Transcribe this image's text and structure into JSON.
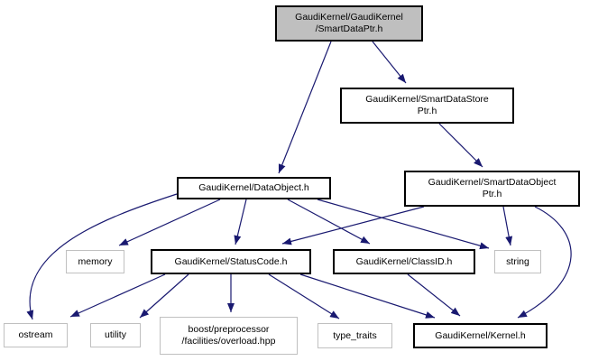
{
  "diagram": {
    "kind": "include-dependency-graph",
    "colors": {
      "edge": "#191970",
      "internal_border": "#000000",
      "external_border": "#c0c0c0",
      "node_fill": "#ffffff",
      "highlight_fill": "#bfbfbf",
      "text": "#000000",
      "background": "#ffffff"
    },
    "nodes": [
      {
        "id": "smartdataptr",
        "kind": "highlight",
        "lines": [
          "GaudiKernel/GaudiKernel",
          "/SmartDataPtr.h"
        ]
      },
      {
        "id": "smartdatastoreptr",
        "kind": "internal",
        "lines": [
          "GaudiKernel/SmartDataStore",
          "Ptr.h"
        ]
      },
      {
        "id": "dataobject",
        "kind": "internal",
        "lines": [
          "GaudiKernel/DataObject.h"
        ]
      },
      {
        "id": "smartdataobjectptr",
        "kind": "internal",
        "lines": [
          "GaudiKernel/SmartDataObject",
          "Ptr.h"
        ]
      },
      {
        "id": "memory",
        "kind": "external",
        "lines": [
          "memory"
        ]
      },
      {
        "id": "statuscode",
        "kind": "internal",
        "lines": [
          "GaudiKernel/StatusCode.h"
        ]
      },
      {
        "id": "classid",
        "kind": "internal",
        "lines": [
          "GaudiKernel/ClassID.h"
        ]
      },
      {
        "id": "string",
        "kind": "external",
        "lines": [
          "string"
        ]
      },
      {
        "id": "ostream",
        "kind": "external",
        "lines": [
          "ostream"
        ]
      },
      {
        "id": "utility",
        "kind": "external",
        "lines": [
          "utility"
        ]
      },
      {
        "id": "boost_overload",
        "kind": "external",
        "lines": [
          "boost/preprocessor",
          "/facilities/overload.hpp"
        ]
      },
      {
        "id": "type_traits",
        "kind": "external",
        "lines": [
          "type_traits"
        ]
      },
      {
        "id": "kernel",
        "kind": "internal",
        "lines": [
          "GaudiKernel/Kernel.h"
        ]
      }
    ],
    "edges": [
      {
        "from": "smartdataptr",
        "to": "dataobject"
      },
      {
        "from": "smartdataptr",
        "to": "smartdatastoreptr"
      },
      {
        "from": "smartdatastoreptr",
        "to": "smartdataobjectptr"
      },
      {
        "from": "dataobject",
        "to": "ostream"
      },
      {
        "from": "dataobject",
        "to": "memory"
      },
      {
        "from": "dataobject",
        "to": "statuscode"
      },
      {
        "from": "dataobject",
        "to": "classid"
      },
      {
        "from": "dataobject",
        "to": "string"
      },
      {
        "from": "smartdataobjectptr",
        "to": "statuscode"
      },
      {
        "from": "smartdataobjectptr",
        "to": "string"
      },
      {
        "from": "smartdataobjectptr",
        "to": "kernel"
      },
      {
        "from": "statuscode",
        "to": "ostream"
      },
      {
        "from": "statuscode",
        "to": "utility"
      },
      {
        "from": "statuscode",
        "to": "boost_overload"
      },
      {
        "from": "statuscode",
        "to": "type_traits"
      },
      {
        "from": "statuscode",
        "to": "kernel"
      },
      {
        "from": "classid",
        "to": "kernel"
      }
    ]
  }
}
